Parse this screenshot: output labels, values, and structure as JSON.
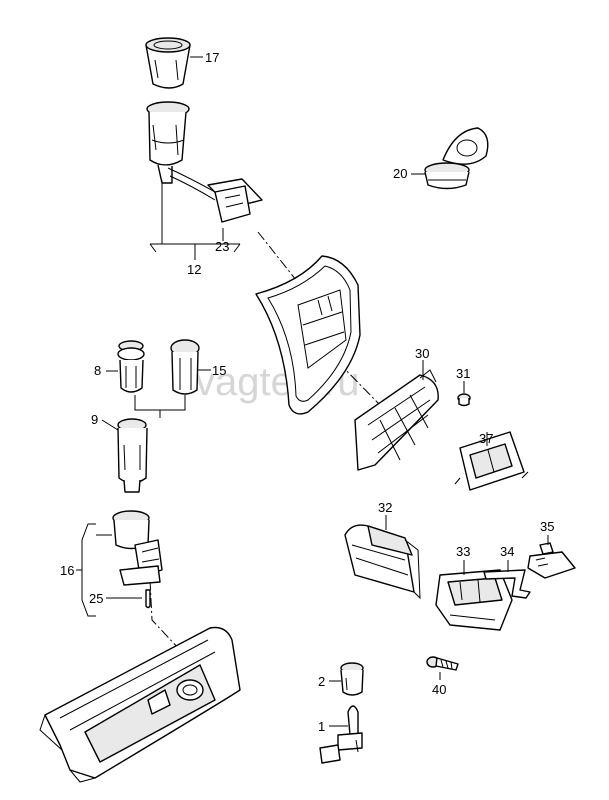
{
  "watermark": "vagtec.ru",
  "callouts": {
    "p1": "1",
    "p2": "2",
    "p8": "8",
    "p9": "9",
    "p12": "12",
    "p15": "15",
    "p16": "16",
    "p17": "17",
    "p20": "20",
    "p23": "23",
    "p25": "25",
    "p30": "30",
    "p31": "31",
    "p32": "32",
    "p33": "33",
    "p34": "34",
    "p35": "35",
    "p37": "37",
    "p40": "40"
  }
}
